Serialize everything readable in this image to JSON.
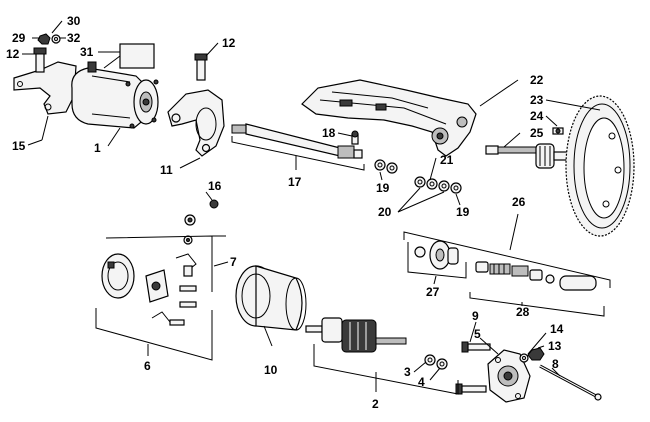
{
  "callouts": [
    {
      "id": "30",
      "label": "30"
    },
    {
      "id": "29",
      "label": "29"
    },
    {
      "id": "32",
      "label": "32"
    },
    {
      "id": "12a",
      "label": "12"
    },
    {
      "id": "31",
      "label": "31"
    },
    {
      "id": "12b",
      "label": "12"
    },
    {
      "id": "15",
      "label": "15"
    },
    {
      "id": "1",
      "label": "1"
    },
    {
      "id": "11",
      "label": "11"
    },
    {
      "id": "22",
      "label": "22"
    },
    {
      "id": "23",
      "label": "23"
    },
    {
      "id": "24",
      "label": "24"
    },
    {
      "id": "25",
      "label": "25"
    },
    {
      "id": "18",
      "label": "18"
    },
    {
      "id": "21",
      "label": "21"
    },
    {
      "id": "17",
      "label": "17"
    },
    {
      "id": "19a",
      "label": "19"
    },
    {
      "id": "20",
      "label": "20"
    },
    {
      "id": "19b",
      "label": "19"
    },
    {
      "id": "26",
      "label": "26"
    },
    {
      "id": "16",
      "label": "16"
    },
    {
      "id": "7",
      "label": "7"
    },
    {
      "id": "27",
      "label": "27"
    },
    {
      "id": "28",
      "label": "28"
    },
    {
      "id": "6",
      "label": "6"
    },
    {
      "id": "10",
      "label": "10"
    },
    {
      "id": "9",
      "label": "9"
    },
    {
      "id": "5",
      "label": "5"
    },
    {
      "id": "14",
      "label": "14"
    },
    {
      "id": "13",
      "label": "13"
    },
    {
      "id": "8",
      "label": "8"
    },
    {
      "id": "3",
      "label": "3"
    },
    {
      "id": "4",
      "label": "4"
    },
    {
      "id": "2",
      "label": "2"
    }
  ]
}
